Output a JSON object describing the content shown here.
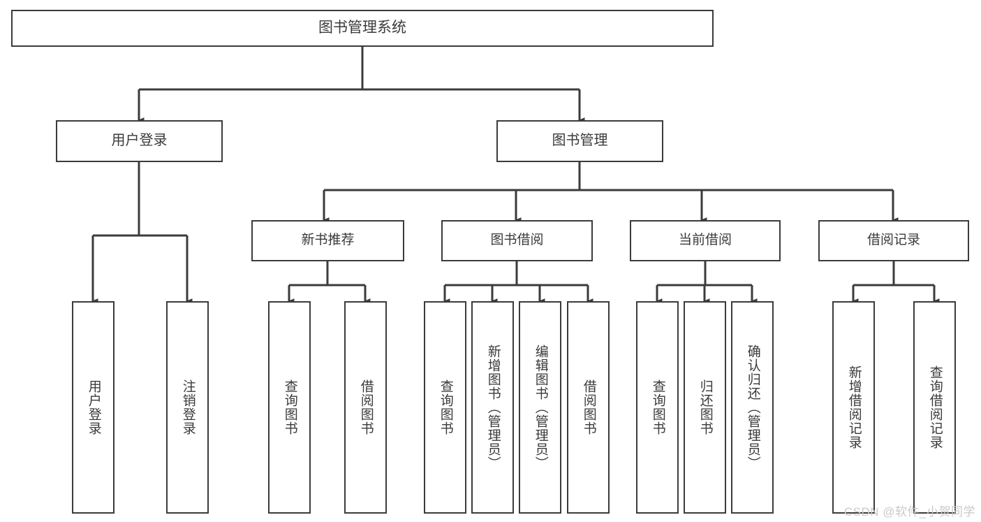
{
  "diagram": {
    "title": "图书管理系统",
    "watermark": "CSDN @软件_小贺同学",
    "type": "tree",
    "colors": {
      "node_border": "#3b3b3b",
      "node_fill": "#ffffff",
      "text": "#3a3a3a",
      "edge": "#3b3b3b",
      "watermark": "#c9c9c9",
      "background": "#ffffff"
    },
    "root": {
      "id": "root",
      "label": "图书管理系统"
    },
    "level1": [
      {
        "id": "user-login",
        "label": "用户登录"
      },
      {
        "id": "book-management",
        "label": "图书管理"
      }
    ],
    "level2": [
      {
        "id": "new-book-recommend",
        "label": "新书推荐",
        "parent": "book-management"
      },
      {
        "id": "book-borrow",
        "label": "图书借阅",
        "parent": "book-management"
      },
      {
        "id": "current-borrow",
        "label": "当前借阅",
        "parent": "book-management"
      },
      {
        "id": "borrow-record",
        "label": "借阅记录",
        "parent": "book-management"
      }
    ],
    "leaves": {
      "user_login": [
        {
          "id": "leaf-user-login",
          "label": "用户登录"
        },
        {
          "id": "leaf-logout",
          "label": "注销登录"
        }
      ],
      "new_book_recommend": [
        {
          "id": "leaf-query-book-1",
          "label": "查询图书"
        },
        {
          "id": "leaf-borrow-book-1",
          "label": "借阅图书"
        }
      ],
      "book_borrow": [
        {
          "id": "leaf-query-book-2",
          "label": "查询图书"
        },
        {
          "id": "leaf-add-book",
          "label": "新增图书（管理员）"
        },
        {
          "id": "leaf-edit-book",
          "label": "编辑图书（管理员）"
        },
        {
          "id": "leaf-borrow-book-2",
          "label": "借阅图书"
        }
      ],
      "current_borrow": [
        {
          "id": "leaf-query-book-3",
          "label": "查询图书"
        },
        {
          "id": "leaf-return-book",
          "label": "归还图书"
        },
        {
          "id": "leaf-confirm-return",
          "label": "确认归还（管理员）"
        }
      ],
      "borrow_record": [
        {
          "id": "leaf-add-record",
          "label": "新增借阅记录"
        },
        {
          "id": "leaf-query-record",
          "label": "查询借阅记录"
        }
      ]
    }
  }
}
